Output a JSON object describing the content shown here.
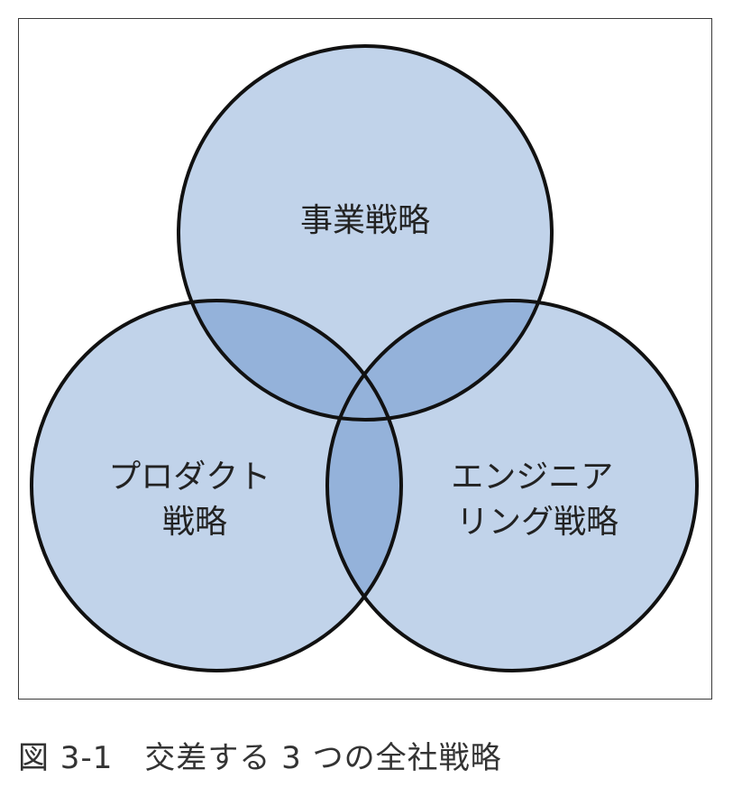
{
  "diagram": {
    "type": "venn-3",
    "fill_color": "#c1d3ea",
    "overlap_color": "#94b2da",
    "stroke_color": "#111111",
    "circles": [
      {
        "id": "business",
        "lines": [
          "事業戦略"
        ]
      },
      {
        "id": "product",
        "lines": [
          "プロダクト",
          "戦略"
        ]
      },
      {
        "id": "engineering",
        "lines": [
          "エンジニア",
          "リング戦略"
        ]
      }
    ]
  },
  "caption": "図 3-1　交差する 3 つの全社戦略"
}
